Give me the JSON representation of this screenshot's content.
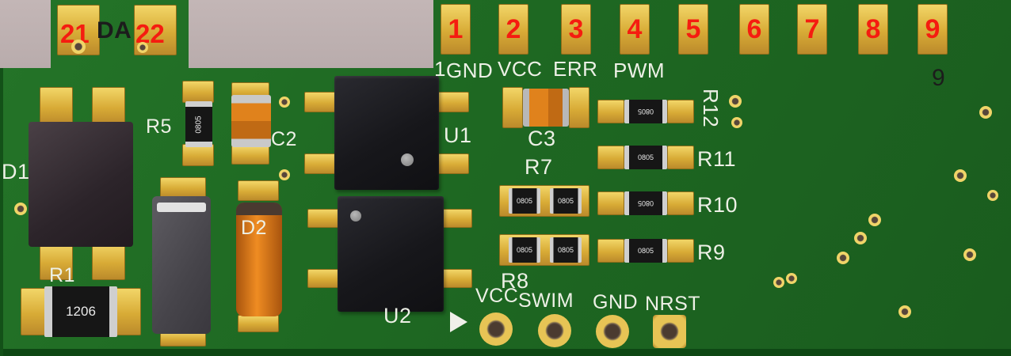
{
  "colors": {
    "background": "#b3a6a6",
    "soldermask_green": "#1e6822",
    "pad_gold": "#e4c04e",
    "silkscreen_white": "#edf0e6",
    "silkscreen_black": "#1c1c1c",
    "pin_number_red": "#f51c10",
    "component_orange": "#e0821c",
    "chip_black": "#161616"
  },
  "connector": {
    "pin_left": "21",
    "label": "DA",
    "pin_right": "22"
  },
  "header": {
    "pins": [
      "1",
      "2",
      "3",
      "4",
      "5",
      "6",
      "7",
      "8",
      "9"
    ],
    "pin1_silk": "1",
    "signals": [
      "GND",
      "VCC",
      "ERR",
      "PWM"
    ],
    "corner_mark": "9"
  },
  "components": {
    "d1": "D1",
    "r1": "R1",
    "r5": "R5",
    "c2": "C2",
    "d2": "D2",
    "u1": "U1",
    "u2": "U2",
    "c3": "C3",
    "r7": "R7",
    "r8": "R8",
    "r9": "R9",
    "r10": "R10",
    "r11": "R11",
    "r12": "R12"
  },
  "markings": {
    "r1": "1206",
    "smd": "0805"
  },
  "prog_header": {
    "signals": [
      "VCC",
      "SWIM",
      "GND",
      "NRST"
    ]
  }
}
